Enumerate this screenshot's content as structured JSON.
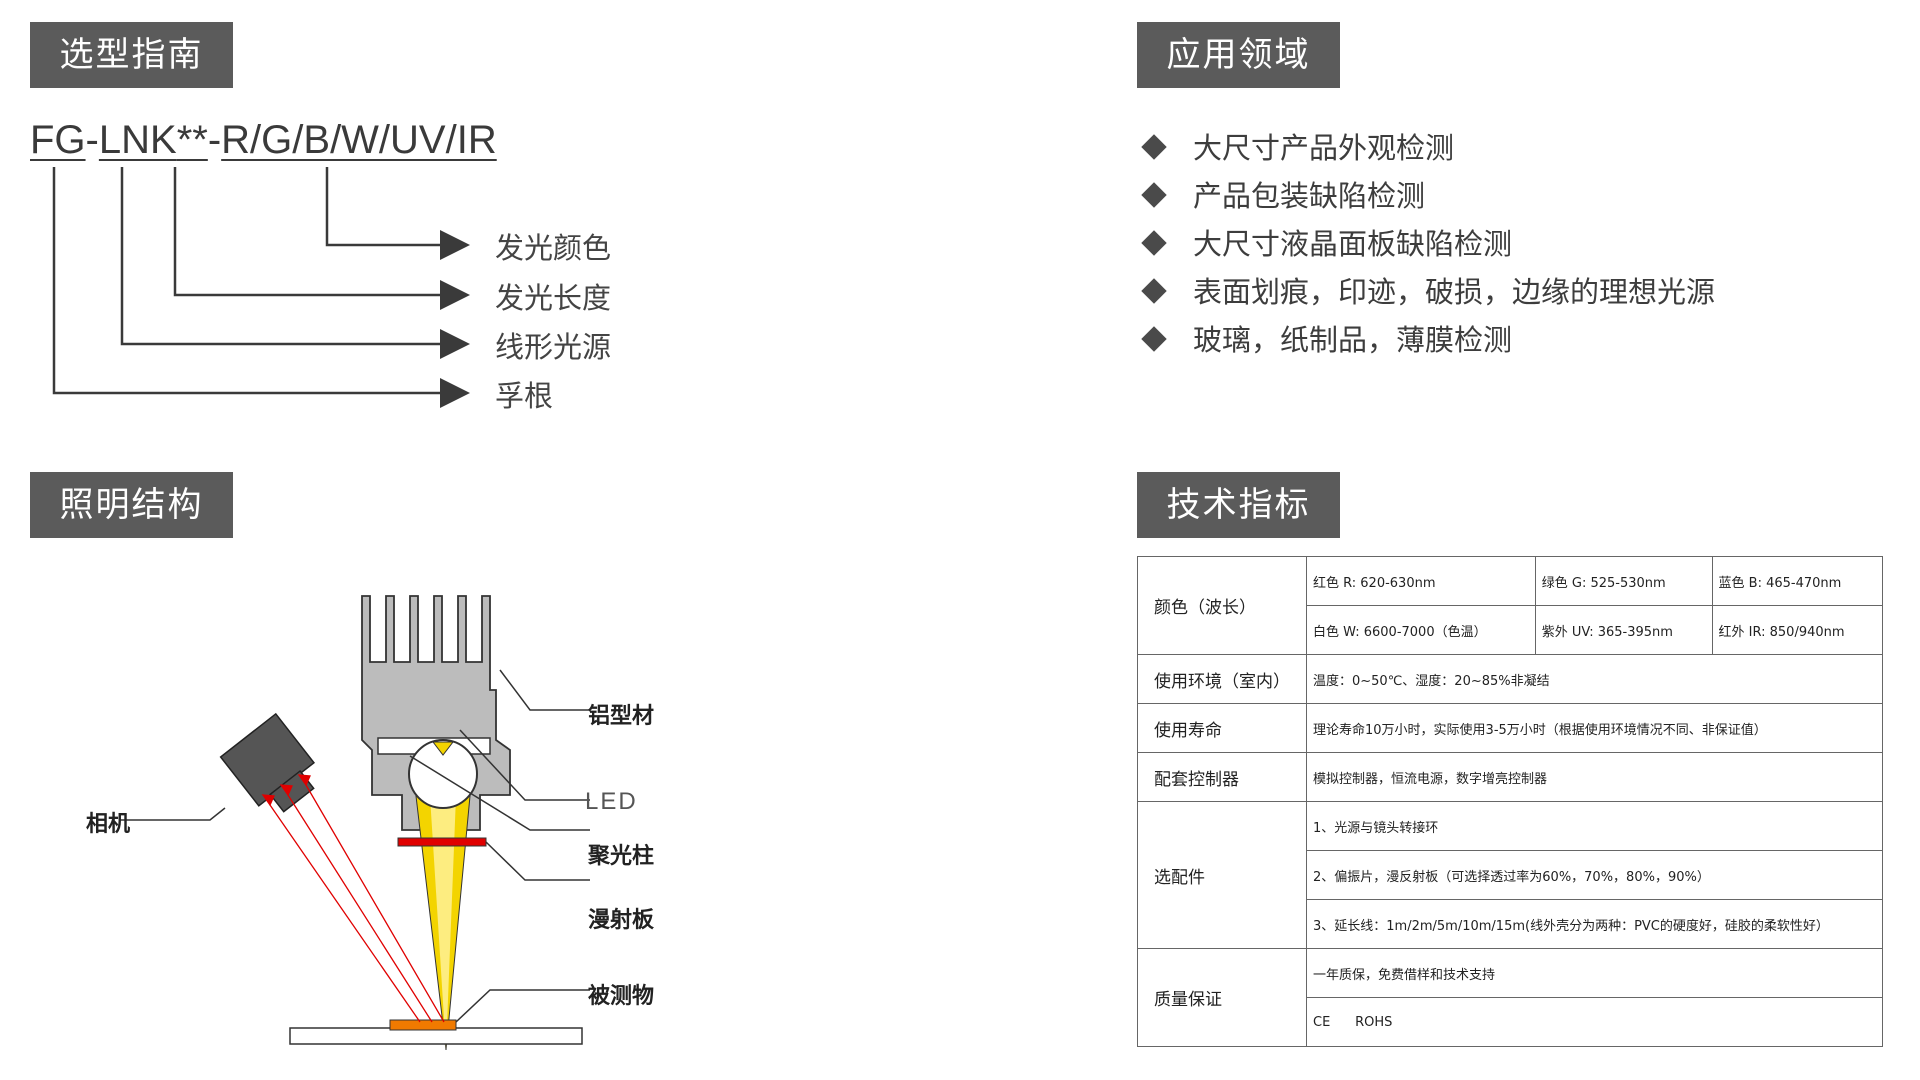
{
  "sections": {
    "selection_guide": "选型指南",
    "application": "应用领域",
    "lighting_structure": "照明结构",
    "tech_specs": "技术指标"
  },
  "model": {
    "parts": [
      "FG",
      "-",
      "LNK",
      "**",
      "-",
      "R/G/B/W/UV/IR"
    ],
    "labels": [
      "发光颜色",
      "发光长度",
      "线形光源",
      "孚根"
    ]
  },
  "applications": [
    "大尺寸产品外观检测",
    "产品包装缺陷检测",
    "大尺寸液晶面板缺陷检测",
    "表面划痕，印迹，破损，边缘的理想光源",
    "玻璃，纸制品，薄膜检测"
  ],
  "diagram": {
    "labels": {
      "aluminum": "铝型材",
      "camera": "相机",
      "led": "LED",
      "condenser": "聚光柱",
      "diffuser": "漫射板",
      "object": "被测物"
    },
    "colors": {
      "beam": "#f3d400",
      "rays": "#e00000",
      "diffuser_plate": "#e00000",
      "object": "#f07a00",
      "housing": "#bcbcbc"
    }
  },
  "specs": {
    "color_head": "颜色（波长）",
    "colors": [
      [
        "红色 R: 620-630nm",
        "绿色 G: 525-530nm",
        "蓝色 B: 465-470nm"
      ],
      [
        "白色 W: 6600-7000（色温）",
        "紫外 UV: 365-395nm",
        "红外 IR: 850/940nm"
      ]
    ],
    "env_head": "使用环境（室内）",
    "env": "温度：0~50℃、湿度：20~85%非凝结",
    "life_head": "使用寿命",
    "life": "理论寿命10万小时，实际使用3-5万小时（根据使用环境情况不同、非保证值）",
    "controller_head": "配套控制器",
    "controller": "模拟控制器，恒流电源，数字增亮控制器",
    "accessory_head": "选配件",
    "accessories": [
      "1、光源与镜头转接环",
      "2、偏振片，漫反射板（可选择透过率为60%，70%，80%，90%）",
      "3、延长线：1m/2m/5m/10m/15m(线外壳分为两种：PVC的硬度好，硅胶的柔软性好）"
    ],
    "warranty_head": "质量保证",
    "warranty": [
      "一年质保，免费借样和技术支持",
      "CE      ROHS"
    ]
  }
}
